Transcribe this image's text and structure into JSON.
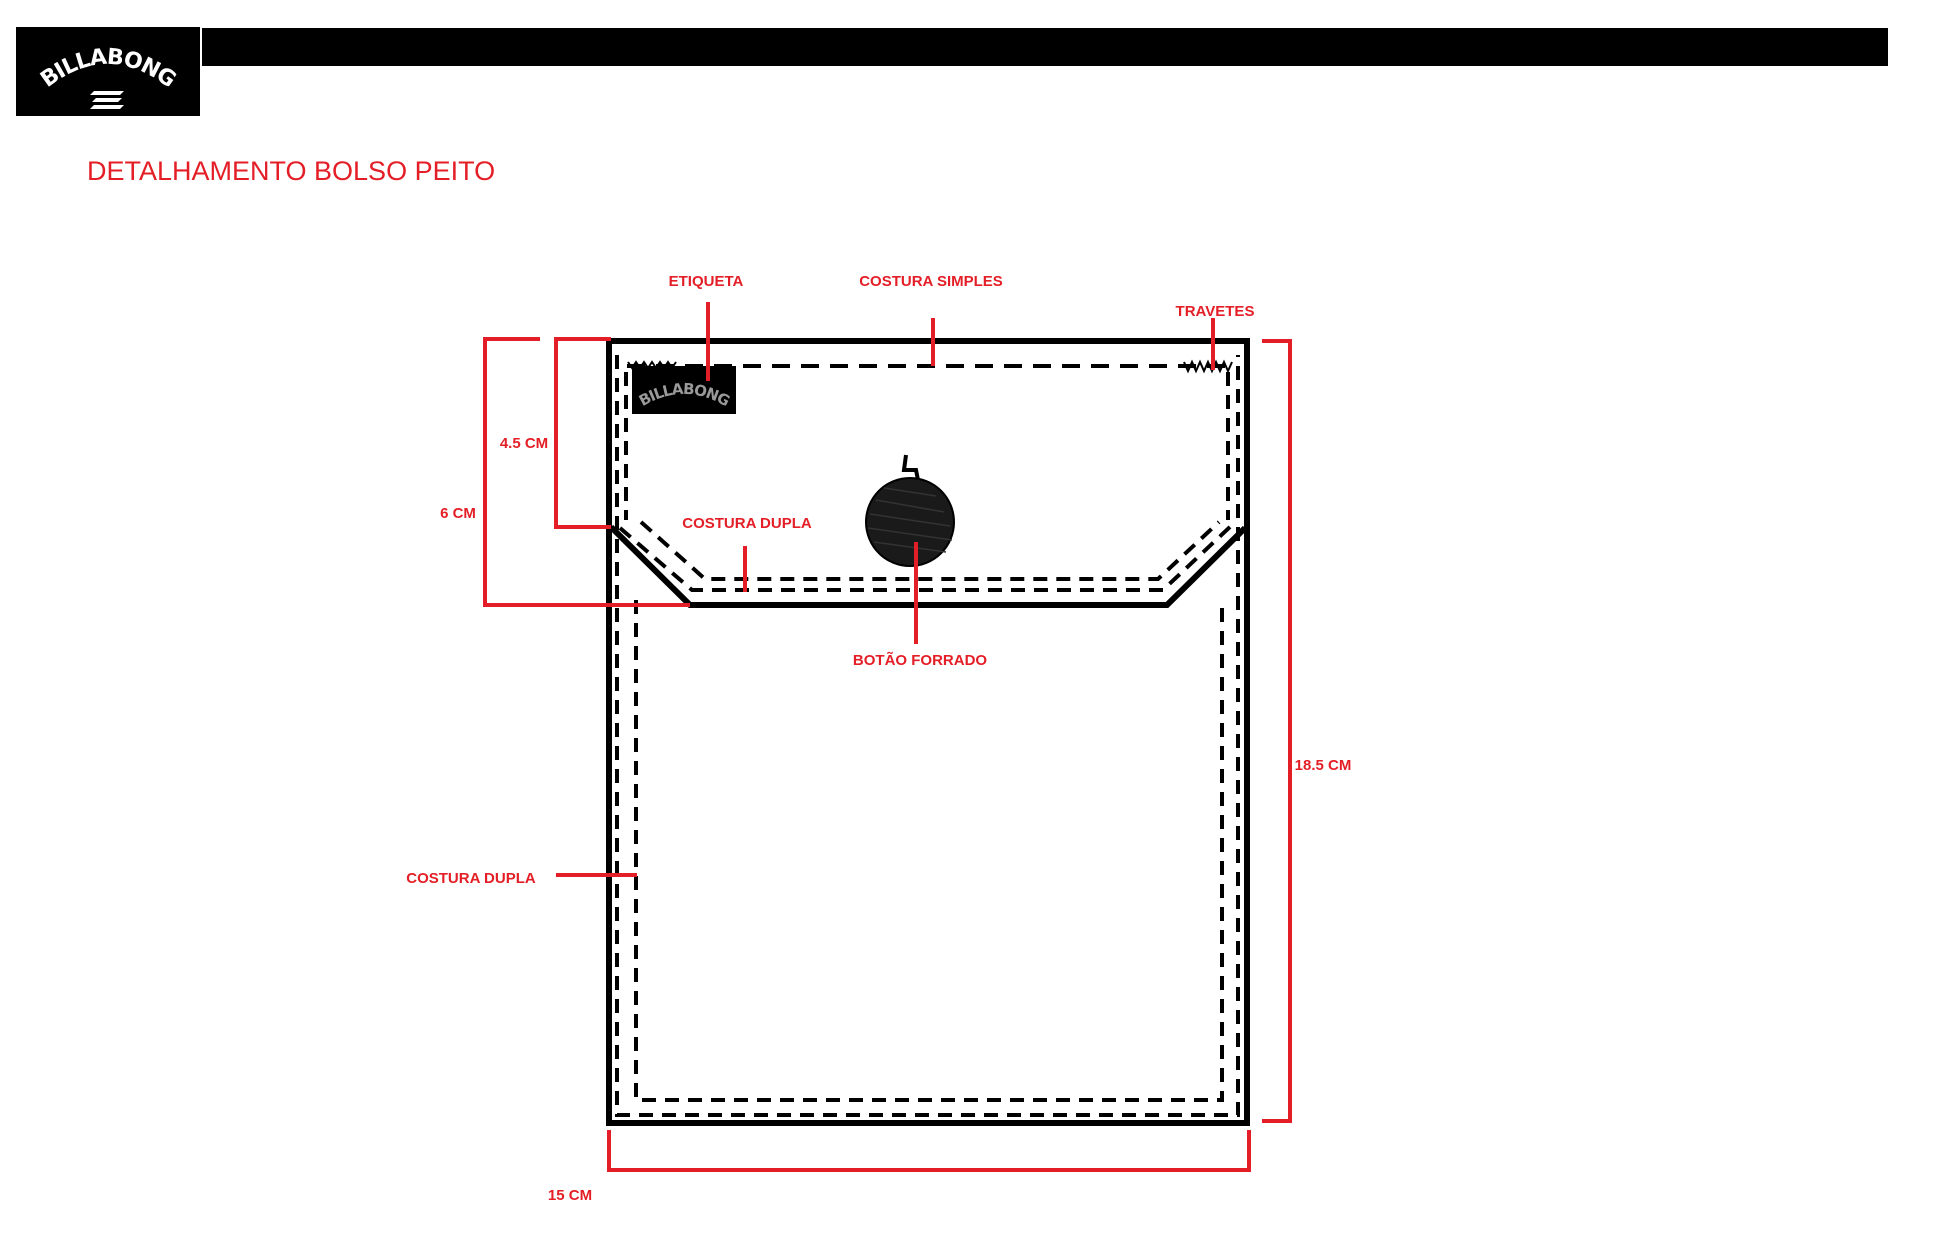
{
  "header": {
    "brand_logo_text": "BILLABONG",
    "bar_color": "#000000"
  },
  "title": "DETALHAMENTO BOLSO PEITO",
  "colors": {
    "accent": "#e41e26",
    "line": "#000000"
  },
  "callouts": {
    "etiqueta": "ETIQUETA",
    "costura_simples": "COSTURA SIMPLES",
    "travetes": "TRAVETES",
    "costura_dupla_flap": "COSTURA DUPLA",
    "botao_forrado": "BOTÃO FORRADO",
    "costura_dupla_side": "COSTURA DUPLA"
  },
  "dimensions": {
    "flap_inner": "4.5 CM",
    "flap_outer": "6 CM",
    "height": "18.5 CM",
    "width": "15 CM"
  },
  "label_logo_text": "BILLABONG"
}
